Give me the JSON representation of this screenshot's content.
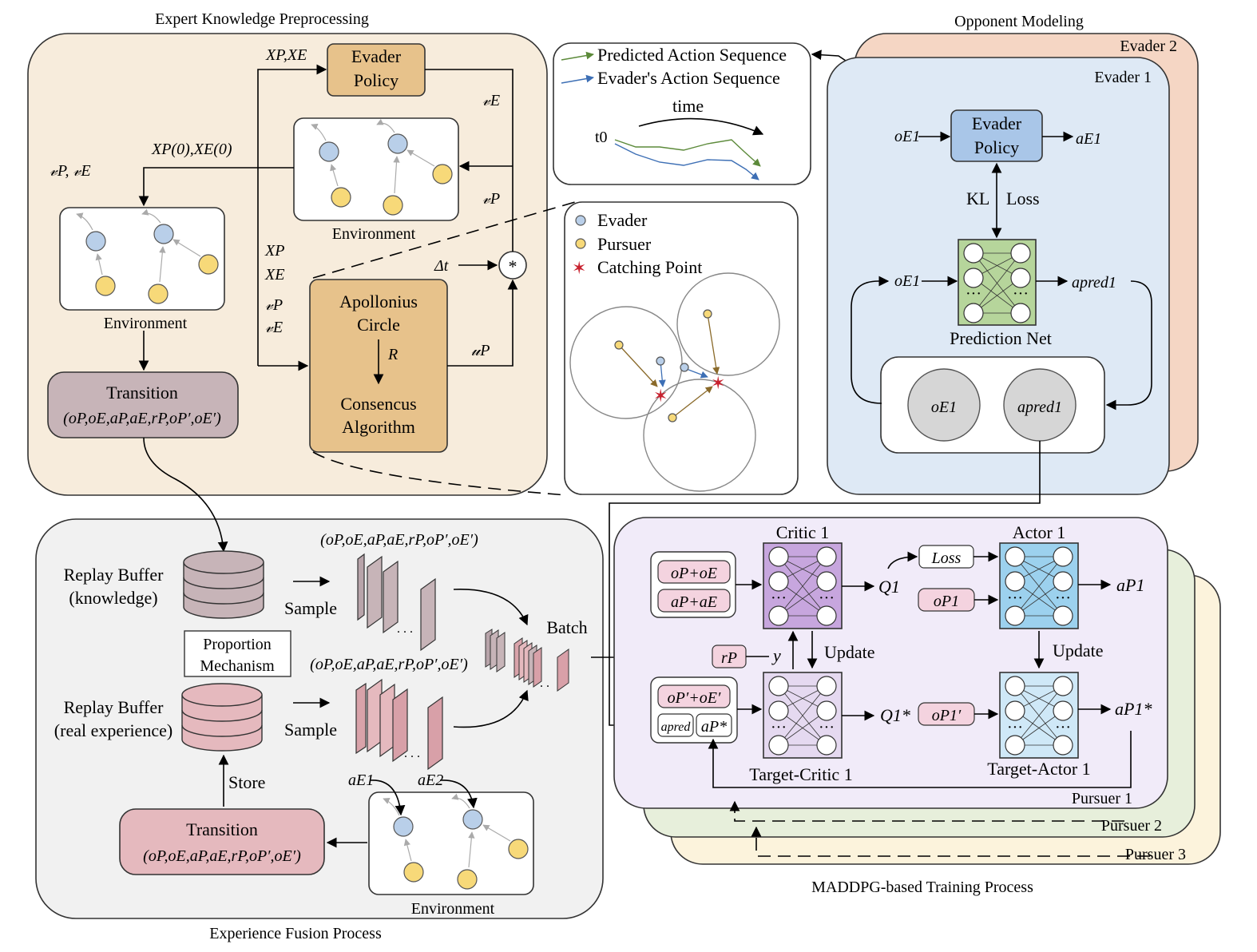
{
  "panels": {
    "expert": {
      "title": "Expert Knowledge Preprocessing",
      "evader_policy": [
        "Evader",
        "Policy"
      ],
      "env_label_1": "Environment",
      "env_label_2": "Environment",
      "xp_xe": "XP,XE",
      "xp0_xe0": "XP(0),XE(0)",
      "vp_ve": "𝓋P, 𝓋E",
      "ve": "𝓋E",
      "vp": "𝓋P",
      "xp": "XP",
      "xe": "XE",
      "vp2": "𝓋P",
      "ve2": "𝓋E",
      "dt": "Δt",
      "mult": "*",
      "up": "𝓊P",
      "apollonius": [
        "Apollonius",
        "Circle"
      ],
      "r_label": "R",
      "consensus": [
        "Consencus",
        "Algorithm"
      ],
      "transition_title": "Transition",
      "transition_formula": "(oP,oE,aP,aE,rP,oP′,oE′)"
    },
    "legend_top": {
      "predicted": "Predicted Action Sequence",
      "evaders": "Evader's Action Sequence",
      "time": "time",
      "t0": "t0"
    },
    "legend_circle": {
      "evader": "Evader",
      "pursuer": "Pursuer",
      "catching": "Catching Point"
    },
    "opponent": {
      "title": "Opponent Modeling",
      "evader2": "Evader 2",
      "evader1": "Evader 1",
      "oe1_in": "oE1",
      "policy": [
        "Evader",
        "Policy"
      ],
      "ae1": "aE1",
      "kl": "KL",
      "loss": "Loss",
      "oe1_pred": "oE1",
      "apred1": "apred1",
      "prediction_net": "Prediction Net",
      "buf_oe1": "oE1",
      "buf_apred1": "apred1"
    },
    "fusion": {
      "title": "Experience Fusion Process",
      "rb_knowledge": [
        "Replay Buffer",
        "(knowledge)"
      ],
      "rb_real": [
        "Replay Buffer",
        "(real experience)"
      ],
      "proportion": [
        "Proportion",
        "Mechanism"
      ],
      "sample1": "Sample",
      "sample2": "Sample",
      "tuple1": "(oP,oE,aP,aE,rP,oP′,oE′)",
      "tuple2": "(oP,oE,aP,aE,rP,oP′,oE′)",
      "batch": "Batch",
      "store": "Store",
      "transition_title": "Transition",
      "transition_formula": "(oP,oE,aP,aE,rP,oP′,oE′)",
      "ae1": "aE1",
      "ae2": "aE2",
      "env_label": "Environment"
    },
    "maddpg": {
      "title": "MADDPG-based Training Process",
      "pursuer1": "Pursuer 1",
      "pursuer2": "Pursuer 2",
      "pursuer3": "Pursuer 3",
      "critic1": "Critic 1",
      "actor1": "Actor 1",
      "target_critic": "Target-Critic 1",
      "target_actor": "Target-Actor 1",
      "op_oe": "oP+oE",
      "ap_ae": "aP+aE",
      "q1": "Q1",
      "loss": "Loss",
      "op1": "oP1",
      "ap1": "aP1",
      "update1": "Update",
      "update2": "Update",
      "rp": "rP",
      "y": "y",
      "op_oe_prime": "oP′+oE′",
      "apred": "apred",
      "ap_star": "aP*",
      "q1_star": "Q1*",
      "op1_prime": "oP1′",
      "ap1_star": "aP1*"
    }
  },
  "colors": {
    "expert_bg": "#f7ecdc",
    "opponent_bg": "#dee9f5",
    "evader2_bg": "#f5d6c4",
    "fusion_bg": "#f1f1f1",
    "pursuer1_bg": "#f1ebf9",
    "pursuer2_bg": "#e7efdb",
    "pursuer3_bg": "#fcf3dc",
    "policy_tan": "#e7c28b",
    "transition_mauve": "#c7b4b8",
    "transition_pink": "#e5b9be",
    "evader_policy_blue": "#a9c6e8",
    "prediction_green": "#b6d59b",
    "critic_purple": "#c7a6de",
    "target_critic_purple": "#e5d9f0",
    "actor_blue": "#9cd1ee",
    "target_actor_blue": "#cfe8f7",
    "pink_box": "#f4d3df"
  }
}
